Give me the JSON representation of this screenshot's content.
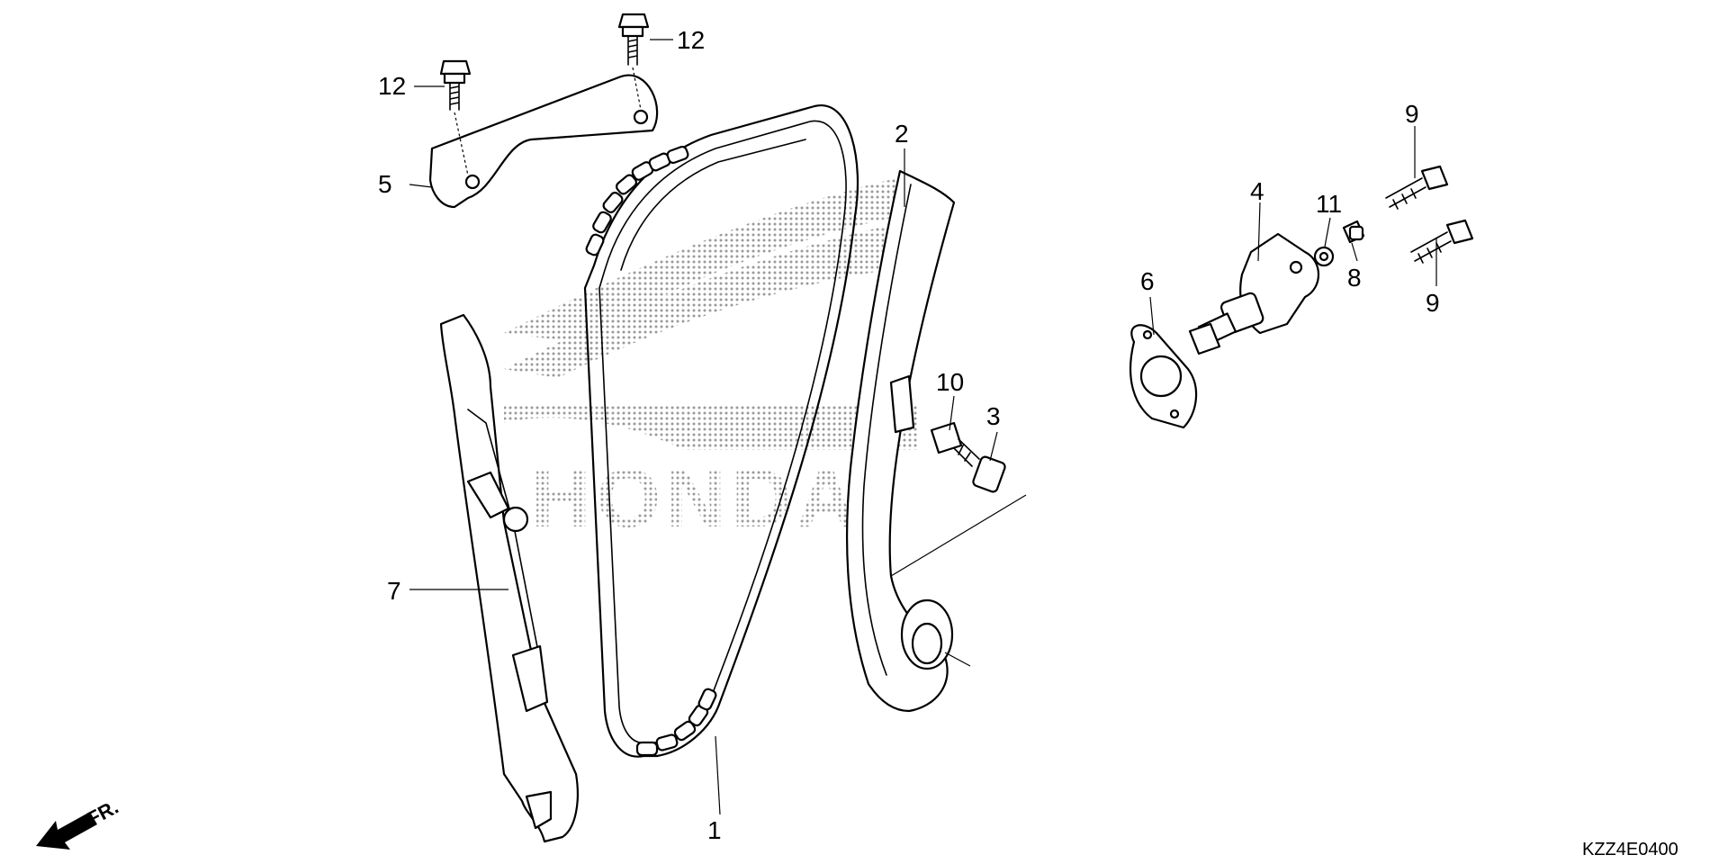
{
  "diagram": {
    "code": "KZZ4E0400",
    "direction_label": "FR.",
    "callouts": [
      "1",
      "2",
      "3",
      "4",
      "5",
      "6",
      "7",
      "8",
      "9",
      "9",
      "10",
      "11",
      "12",
      "12"
    ],
    "logo": "HONDA",
    "colors": {
      "line": "#000000",
      "background": "#ffffff",
      "watermark": "#9a9a9a"
    }
  }
}
